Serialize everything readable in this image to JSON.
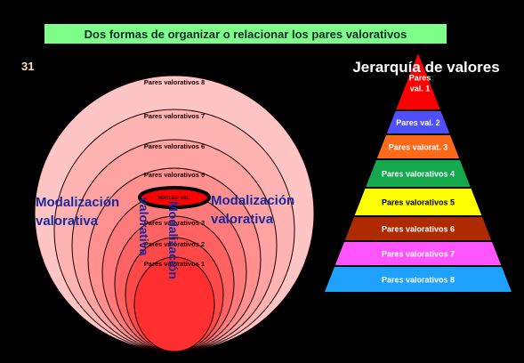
{
  "title": "Dos formas de organizar o relacionar los pares valorativos",
  "slide_number": "31",
  "concentric": {
    "rings": [
      {
        "label": "Pares valorativos  8",
        "color": "#ffc4c4"
      },
      {
        "label": "Pares valorativos  7",
        "color": "#ffb4b4"
      },
      {
        "label": "Pares valorativos  6",
        "color": "#ffa3a3"
      },
      {
        "label": "Pares valorativos  5",
        "color": "#ff9090"
      },
      {
        "label": "Pares valorativos  4",
        "color": "#ff7a7a"
      },
      {
        "label": "Pares valorativos  3",
        "color": "#ff6262"
      },
      {
        "label": "Pares valorativos  2",
        "color": "#ff4848"
      },
      {
        "label": "Pares valorativos  1",
        "color": "#ff2f2f"
      }
    ],
    "nucleus_label": "NÚCLEO  VAL.",
    "left_label_line1": "Modalización",
    "left_label_line2": "valorativa",
    "right_label_line1": "Modalización",
    "right_label_line2": "valorativa",
    "vertical_label_1": "Modalización",
    "vertical_label_2": "valorativa"
  },
  "pyramid": {
    "title": "Jerarquía de valores",
    "tiers": [
      {
        "label_line1": "Pares",
        "label_line2": "val.  1",
        "color": "#ff0000",
        "text_color": "#ffffff"
      },
      {
        "label_line1": "Pares val. 2",
        "label_line2": "",
        "color": "#4f4fff",
        "text_color": "#ffffff"
      },
      {
        "label_line1": "Pares valorat. 3",
        "label_line2": "",
        "color": "#ff6a1a",
        "text_color": "#ffffff"
      },
      {
        "label_line1": "Pares valorativos  4",
        "label_line2": "",
        "color": "#15a84c",
        "text_color": "#ffffff"
      },
      {
        "label_line1": "Pares valorativos  5",
        "label_line2": "",
        "color": "#ffff00",
        "text_color": "#000000"
      },
      {
        "label_line1": "Pares valorativos  6",
        "label_line2": "",
        "color": "#b02a00",
        "text_color": "#ffffff"
      },
      {
        "label_line1": "Pares valorativos  7",
        "label_line2": "",
        "color": "#ff55ff",
        "text_color": "#ffffff"
      },
      {
        "label_line1": "Pares valorativos  8",
        "label_line2": "",
        "color": "#1fa2ff",
        "text_color": "#ffffff"
      }
    ]
  }
}
